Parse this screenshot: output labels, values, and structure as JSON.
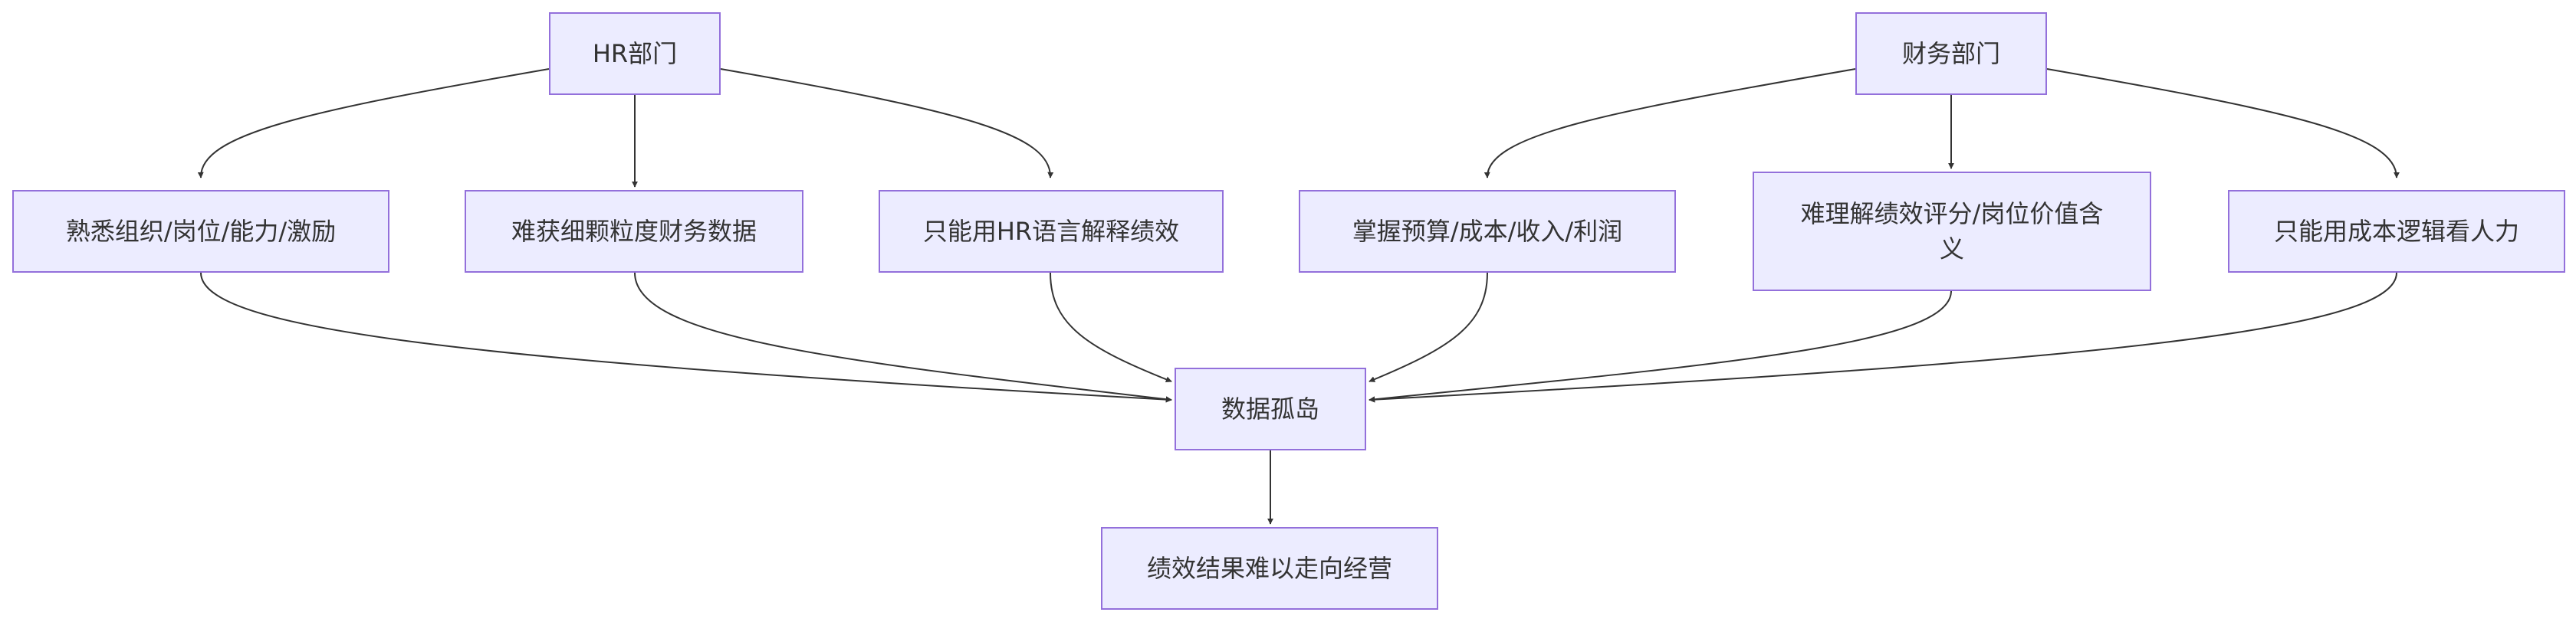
{
  "diagram": {
    "nodes": {
      "hr": "HR部门",
      "finance": "财务部门",
      "hr_1": "熟悉组织/岗位/能力/激励",
      "hr_2": "难获细颗粒度财务数据",
      "hr_3": "只能用HR语言解释绩效",
      "fin_1": "掌握预算/成本/收入/利润",
      "fin_2": "难理解绩效评分/岗位价值含义",
      "fin_3": "只能用成本逻辑看人力",
      "silo": "数据孤岛",
      "result": "绩效结果难以走向经营"
    },
    "edges": [
      {
        "from": "hr",
        "to": "hr_1"
      },
      {
        "from": "hr",
        "to": "hr_2"
      },
      {
        "from": "hr",
        "to": "hr_3"
      },
      {
        "from": "finance",
        "to": "fin_1"
      },
      {
        "from": "finance",
        "to": "fin_2"
      },
      {
        "from": "finance",
        "to": "fin_3"
      },
      {
        "from": "hr_1",
        "to": "silo"
      },
      {
        "from": "hr_2",
        "to": "silo"
      },
      {
        "from": "hr_3",
        "to": "silo"
      },
      {
        "from": "fin_1",
        "to": "silo"
      },
      {
        "from": "fin_2",
        "to": "silo"
      },
      {
        "from": "fin_3",
        "to": "silo"
      },
      {
        "from": "silo",
        "to": "result"
      }
    ],
    "colors": {
      "node_fill": "#ececff",
      "node_border": "#9370db",
      "edge": "#333333",
      "text": "#333333"
    }
  }
}
